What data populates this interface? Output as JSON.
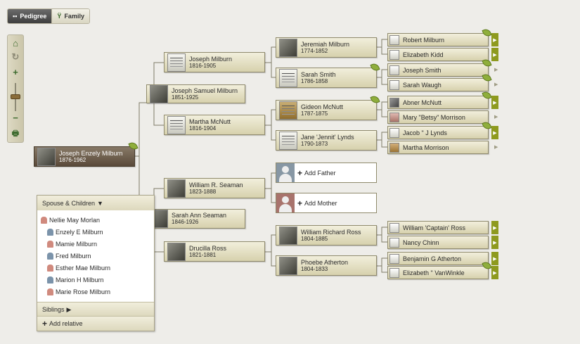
{
  "view_tabs": {
    "pedigree": "Pedigree",
    "family": "Family"
  },
  "toolbar": {
    "icons": [
      "home-icon",
      "refresh-icon",
      "zoom-in-icon",
      "zoom-slider",
      "zoom-out-icon",
      "print-icon"
    ]
  },
  "focus": {
    "name": "Joseph Enzely Milburn",
    "dates": "1876-1962"
  },
  "parents": {
    "father": {
      "name": "Joseph Samuel Milburn",
      "dates": "1851-1925"
    },
    "mother": {
      "name": "Sarah Ann Seaman",
      "dates": "1846-1926"
    }
  },
  "grandparents": {
    "pf": {
      "name": "Joseph Milburn",
      "dates": "1816-1905"
    },
    "pm": {
      "name": "Martha McNutt",
      "dates": "1816-1904"
    },
    "mf": {
      "name": "William R. Seaman",
      "dates": "1823-1888"
    },
    "mm": {
      "name": "Drucilla Ross",
      "dates": "1821-1881"
    }
  },
  "great_grandparents": {
    "g1": {
      "name": "Jeremiah Milburn",
      "dates": "1774-1852"
    },
    "g2": {
      "name": "Sarah Smith",
      "dates": "1786-1858"
    },
    "g3": {
      "name": "Gideon McNutt",
      "dates": "1787-1875"
    },
    "g4": {
      "name": "Jane 'Jennit' Lynds",
      "dates": "1790-1873"
    },
    "g7": {
      "name": "William Richard Ross",
      "dates": "1804-1885"
    },
    "g8": {
      "name": "Phoebe Atherton",
      "dates": "1804-1833"
    }
  },
  "add_father": "Add Father",
  "add_mother": "Add Mother",
  "gen5": [
    "Robert Milburn",
    "Elizabeth Kidd",
    "Joseph Smith",
    "Sarah Waugh",
    "Abner McNutt",
    "Mary \"Betsy\" Morrison",
    "Jacob \" J Lynds",
    "Martha Morrison",
    "William 'Captain' Ross",
    "Nancy Chinn",
    "Benjamin G Atherton",
    "Elizabeth \" VanWinkle"
  ],
  "spouse_panel": {
    "header": "Spouse & Children",
    "spouse": "Nellie May Morlan",
    "children": [
      "Enzely E Milburn",
      "Mamie Milburn",
      "Fred Milburn",
      "Esther Mae Milburn",
      "Marion H Milburn",
      "Marie Rose Milburn"
    ],
    "siblings": "Siblings",
    "add_relative": "Add relative"
  },
  "colors": {
    "card": "#e3ddc1",
    "focus_card": "#6b5a48",
    "accent_arrow": "#8e9a1f",
    "leaf": "#8fae3c"
  }
}
